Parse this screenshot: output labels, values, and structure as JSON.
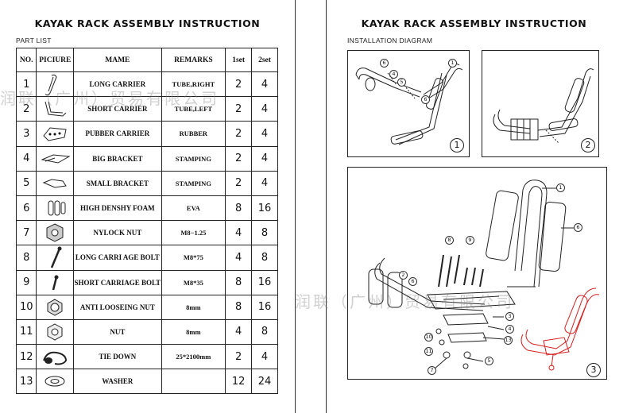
{
  "title": "KAYAK RACK ASSEMBLY INSTRUCTION",
  "part_list_label": "PART LIST",
  "installation_label": "INSTALLATION DIAGRAM",
  "watermark_left": "润联（广州）贸易有限公司",
  "watermark_right": "润联（广州）贸易有限公司",
  "table": {
    "headers": [
      "NO.",
      "PICIURE",
      "MAME",
      "REMARKS",
      "1set",
      "2set"
    ],
    "rows": [
      {
        "no": "1",
        "icon": "long-carrier-icon",
        "name": "LONG CARRIER",
        "remarks": "TUBE,RIGHT",
        "set1": "2",
        "set2": "4"
      },
      {
        "no": "2",
        "icon": "short-carrier-icon",
        "name": "SHORT CARRIER",
        "remarks": "TUBE,LEFT",
        "set1": "2",
        "set2": "4"
      },
      {
        "no": "3",
        "icon": "rubber-carrier-icon",
        "name": "PUBBER CARRIER",
        "remarks": "RUBBER",
        "set1": "2",
        "set2": "4"
      },
      {
        "no": "4",
        "icon": "big-bracket-icon",
        "name": "BIG BRACKET",
        "remarks": "STAMPING",
        "set1": "2",
        "set2": "4"
      },
      {
        "no": "5",
        "icon": "small-bracket-icon",
        "name": "SMALL BRACKET",
        "remarks": "STAMPING",
        "set1": "2",
        "set2": "4"
      },
      {
        "no": "6",
        "icon": "foam-icon",
        "name": "HIGH DENSHY FOAM",
        "remarks": "EVA",
        "set1": "8",
        "set2": "16"
      },
      {
        "no": "7",
        "icon": "nylock-nut-icon",
        "name": "NYLOCK NUT",
        "remarks": "M8−1.25",
        "set1": "4",
        "set2": "8"
      },
      {
        "no": "8",
        "icon": "long-bolt-icon",
        "name": "LONG CARRI AGE BOLT",
        "remarks": "M8*75",
        "set1": "4",
        "set2": "8"
      },
      {
        "no": "9",
        "icon": "short-bolt-icon",
        "name": "SHORT CARRIAGE BOLT",
        "remarks": "M8*35",
        "set1": "8",
        "set2": "16"
      },
      {
        "no": "10",
        "icon": "anti-loosening-nut-icon",
        "name": "ANTI LOOSEING NUT",
        "remarks": "8mm",
        "set1": "8",
        "set2": "16"
      },
      {
        "no": "11",
        "icon": "nut-icon",
        "name": "NUT",
        "remarks": "8mm",
        "set1": "4",
        "set2": "8"
      },
      {
        "no": "12",
        "icon": "tie-down-icon",
        "name": "TIE DOWN",
        "remarks": "25*2100mm",
        "set1": "2",
        "set2": "4"
      },
      {
        "no": "13",
        "icon": "washer-icon",
        "name": "WASHER",
        "remarks": "",
        "set1": "12",
        "set2": "24"
      }
    ]
  },
  "diagrams": {
    "d1": {
      "step": "1",
      "callouts": [
        "6",
        "4",
        "5",
        "1",
        "6"
      ]
    },
    "d2": {
      "step": "2"
    },
    "d3": {
      "step": "3",
      "callouts": [
        "1",
        "6",
        "8",
        "9",
        "2",
        "6",
        "3",
        "4",
        "10",
        "13",
        "11",
        "5",
        "7"
      ]
    }
  },
  "colors": {
    "highlight": "#d42020",
    "line": "#222222"
  }
}
